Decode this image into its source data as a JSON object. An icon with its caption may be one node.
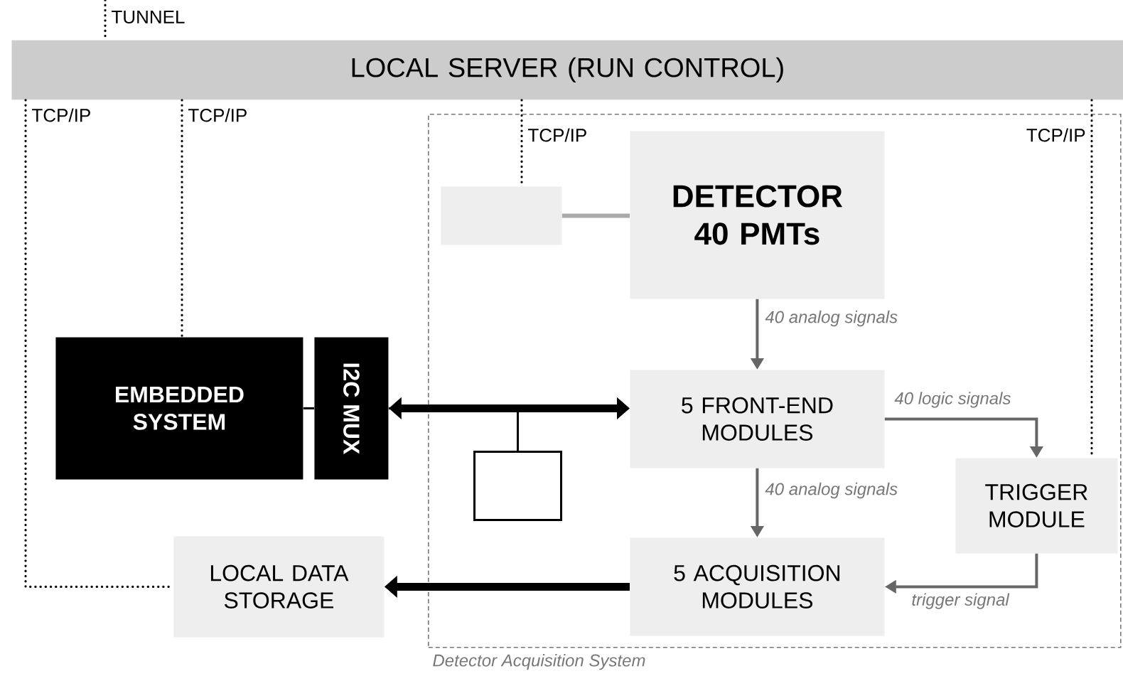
{
  "diagram": {
    "nodes": [
      {
        "text": [
          "LOCAL SERVER (RUN CONTROL)"
        ]
      },
      {
        "text": [],
        "shape": "box",
        "beside": [
          "Detector Acquisition System"
        ]
      },
      {
        "text": [],
        "shape": "box",
        "in": 1
      },
      {
        "text": [
          "DETECTOR 40 PMTs"
        ],
        "in": 1
      },
      {
        "text": [
          "EMBEDDED SYSTEM"
        ]
      },
      {
        "text": [
          "I2C MUX"
        ]
      },
      {
        "text": [],
        "shape": "box",
        "in": 1
      },
      {
        "text": [
          "5 FRONT-END MODULES"
        ],
        "in": 1
      },
      {
        "text": [
          "TRIGGER MODULE"
        ],
        "in": 1
      },
      {
        "text": [
          "5 ACQUISITION MODULES"
        ],
        "in": 1
      },
      {
        "text": [
          "LOCAL DATA STORAGE"
        ]
      }
    ],
    "edges": [
      {
        "from": null,
        "to": 0,
        "arrow": "none",
        "label": "TUNNEL",
        "style": "dashed"
      },
      {
        "from": 0,
        "to": 10,
        "arrow": "none",
        "label": "TCP/IP",
        "style": "dashed"
      },
      {
        "from": 0,
        "to": 4,
        "arrow": "none",
        "label": "TCP/IP",
        "style": "dashed"
      },
      {
        "from": 0,
        "to": 2,
        "arrow": "none",
        "label": "TCP/IP",
        "style": "dashed"
      },
      {
        "from": 0,
        "to": 8,
        "arrow": "none",
        "label": "TCP/IP",
        "style": "dashed"
      },
      {
        "from": 2,
        "to": 3,
        "arrow": "none",
        "color": "#aaaaaa"
      },
      {
        "from": 3,
        "to": 7,
        "arrow": "to",
        "label": "40 analog signals",
        "color": "#666666"
      },
      {
        "from": 7,
        "to": 8,
        "arrow": "to",
        "label": "40 logic signals",
        "color": "#666666"
      },
      {
        "from": 7,
        "to": 9,
        "arrow": "to",
        "label": "40 analog signals",
        "color": "#666666"
      },
      {
        "from": 8,
        "to": 9,
        "arrow": "to",
        "label": "trigger signal",
        "color": "#666666"
      },
      {
        "from": 4,
        "to": 5,
        "arrow": "none"
      },
      {
        "from": 5,
        "to": 7,
        "arrow": "both",
        "style": "thick"
      },
      {
        "from": 5,
        "to": 6,
        "arrow": "none"
      },
      {
        "from": 9,
        "to": 10,
        "arrow": "to",
        "style": "thick"
      }
    ]
  }
}
